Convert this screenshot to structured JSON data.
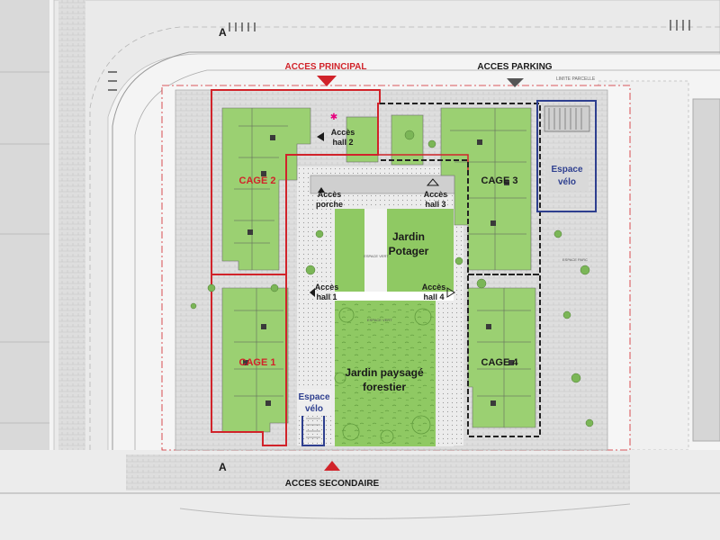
{
  "colors": {
    "cage_red": "#d1232a",
    "velo_blue": "#2e3f8f",
    "garden_green": "#8fc963",
    "unit_green": "#9bd072",
    "paving": "#dcdcdc",
    "street": "#ebebeb",
    "text_dark": "#1a1a1a",
    "accent_pink": "#e6007e"
  },
  "labels": {
    "section_top": "A",
    "section_bottom": "A",
    "acces_principal": "ACCES PRINCIPAL",
    "acces_parking": "ACCES PARKING",
    "acces_secondaire": "ACCES SECONDAIRE",
    "cage1": "CAGE 1",
    "cage2": "CAGE 2",
    "cage3": "CAGE 3",
    "cage4": "CAGE 4",
    "velo_east_l1": "Espace",
    "velo_east_l2": "vélo",
    "velo_west_l1": "Espace",
    "velo_west_l2": "vélo",
    "hall1_l1": "Accès",
    "hall1_l2": "hall 1",
    "hall2_l1": "Accès",
    "hall2_l2": "hall 2",
    "hall3_l1": "Accès",
    "hall3_l2": "hall 3",
    "hall4_l1": "Accès",
    "hall4_l2": "hall 4",
    "porche_l1": "Accès",
    "porche_l2": "porche",
    "potager_l1": "Jardin",
    "potager_l2": "Potager",
    "forest_l1": "Jardin paysagé",
    "forest_l2": "forestier",
    "espace_vert_strip": "ESPACE VERT",
    "espace_vert_top": "ESPACE VERT",
    "espace_parc": "ESPACE PARC",
    "limite_parcelle": "LIMITE PARCELLE"
  },
  "icons": {
    "principal_arrow": "triangle-down-icon",
    "parking_arrow": "triangle-down-icon",
    "secondary_arrow": "triangle-up-icon",
    "hall_arrow": "triangle-left-icon",
    "entrance_marker": "asterisk-icon"
  }
}
